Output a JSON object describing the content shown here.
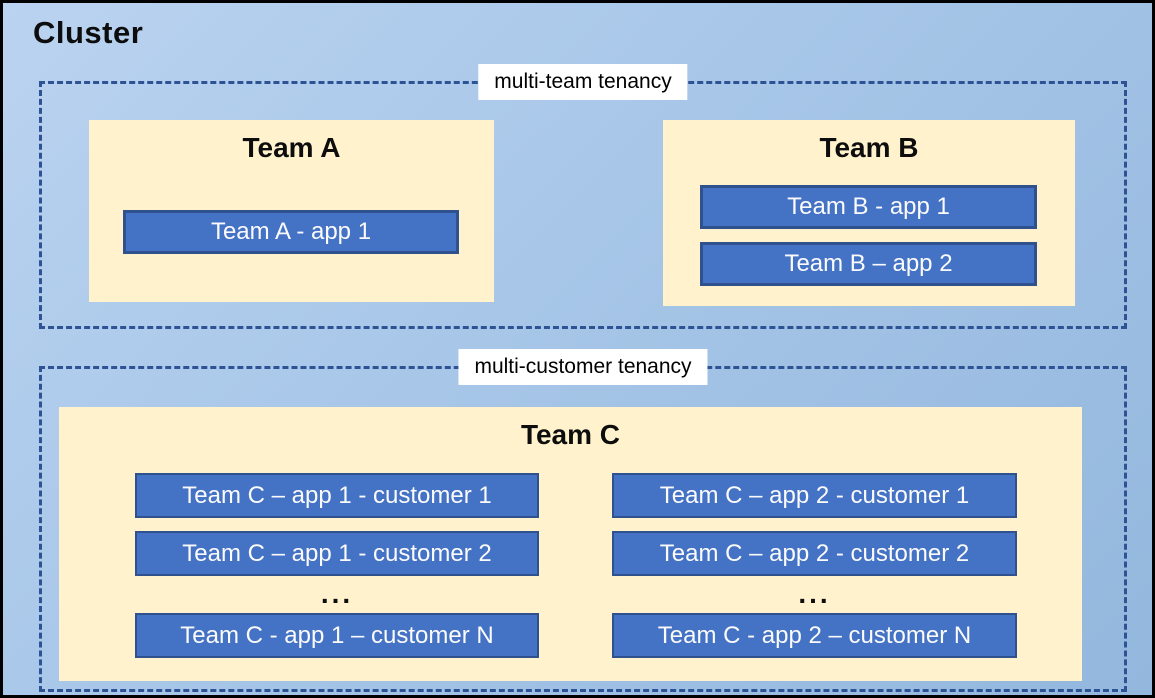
{
  "cluster": {
    "title": "Cluster"
  },
  "sections": {
    "multi_team": {
      "label": "multi-team tenancy",
      "team_a": {
        "name": "Team A",
        "app1": "Team A - app 1"
      },
      "team_b": {
        "name": "Team B",
        "app1": "Team B - app 1",
        "app2": "Team B – app 2"
      }
    },
    "multi_customer": {
      "label": "multi-customer tenancy",
      "team_c": {
        "name": "Team C",
        "col1": {
          "row1": "Team C – app 1 - customer 1",
          "row2": "Team C – app 1 - customer 2",
          "ellipsis": "...",
          "rowN": "Team C - app 1 – customer N"
        },
        "col2": {
          "row1": "Team C – app 2 - customer 1",
          "row2": "Team C – app 2 - customer 2",
          "ellipsis": "...",
          "rowN": "Team C - app 2 – customer N"
        }
      }
    }
  },
  "colors": {
    "background_top": "#BAD3F0",
    "background_bottom": "#93B7DD",
    "panel_fill": "#FFF2CC",
    "app_fill": "#4472C4",
    "app_border": "#2F528F",
    "dashed_border": "#2E5395",
    "label_background": "#FFFFFF",
    "text_dark": "#0D0D0D",
    "text_light": "#FBFBFB",
    "outer_border": "#000000"
  }
}
